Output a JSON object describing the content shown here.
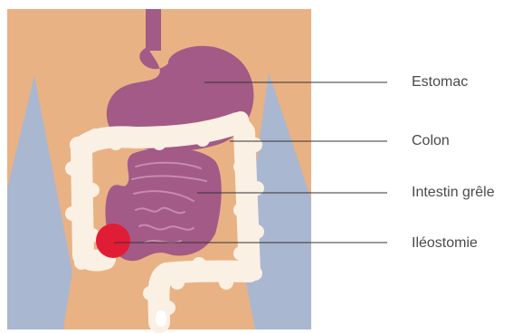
{
  "labels": [
    {
      "key": "stomach",
      "text": "Estomac"
    },
    {
      "key": "colon",
      "text": "Colon"
    },
    {
      "key": "small_intestine",
      "text": "Intestin grêle"
    },
    {
      "key": "ileostomy",
      "text": "Iléostomie"
    }
  ],
  "colors": {
    "skin": "#e9b284",
    "legs": "#aab7d0",
    "organ": "#a35a86",
    "organ_line": "#c98aae",
    "colon": "#fbf0e4",
    "stoma": "#e11d35",
    "leader_line": "#333333",
    "label_text": "#4a4a4a"
  }
}
